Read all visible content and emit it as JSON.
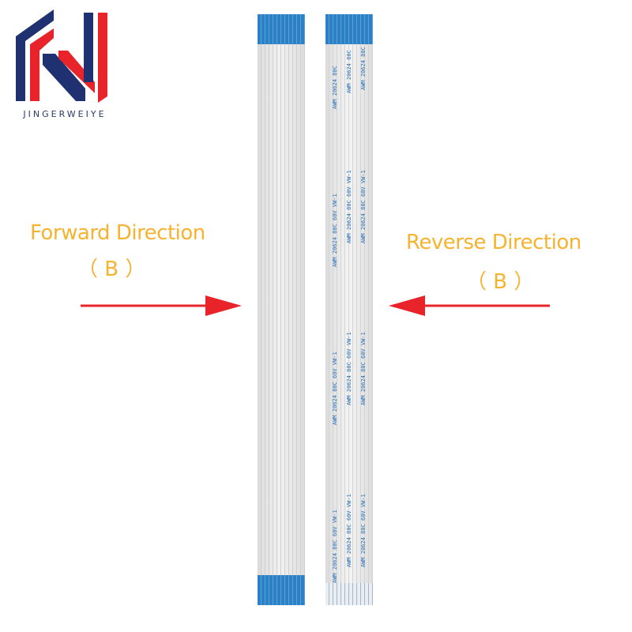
{
  "brand": {
    "name": "JINGERWEIYE"
  },
  "labels": {
    "forward": "Forward Direction",
    "forward_sub": "（ B ）",
    "reverse": "Reverse Direction",
    "reverse_sub": "（ B ）"
  },
  "cable_marking": {
    "line_a": "AWM 20624 80C 60V VW-1",
    "line_b": "AWM 20624 80C"
  },
  "colors": {
    "accent_orange": "#f6b330",
    "arrow_red": "#e8242a",
    "contact_blue": "#2b80c6",
    "cable_gray": "#eeeeee",
    "logo_navy": "#1f3170",
    "logo_red": "#e8242a"
  }
}
